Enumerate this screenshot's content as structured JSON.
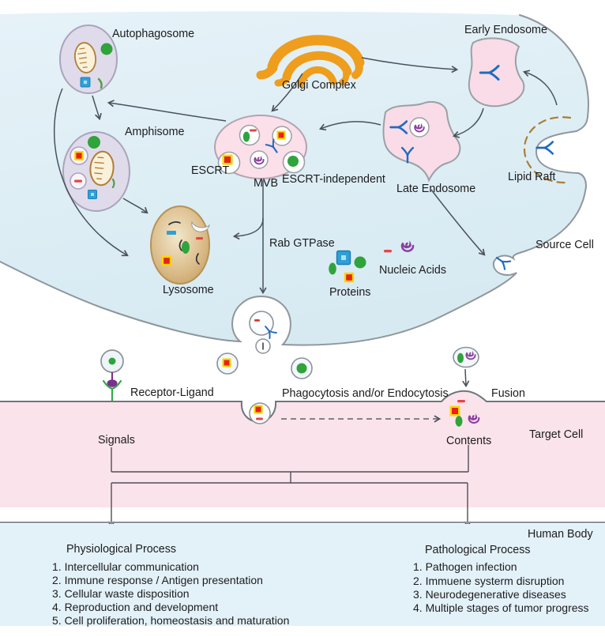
{
  "labels": {
    "autophagosome": "Autophagosome",
    "golgi": "Golgi Complex",
    "early_endosome": "Early Endosome",
    "amphisome": "Amphisome",
    "escrt": "ESCRT",
    "mvb": "MVB",
    "escrt_independent": "ESCRT-independent",
    "late_endosome": "Late Endosome",
    "lipid_raft": "Lipid Raft",
    "source_cell": "Source Cell",
    "lysosome": "Lysosome",
    "rab_gtpase": "Rab GTPase",
    "nucleic_acids": "Nucleic Acids",
    "proteins": "Proteins",
    "receptor_ligand": "Receptor-Ligand",
    "phagocytosis": "Phagocytosis and/or Endocytosis",
    "fusion": "Fusion",
    "signals": "Signals",
    "contents": "Contents",
    "target_cell": "Target Cell",
    "human_body": "Human Body"
  },
  "processes": {
    "physiological": {
      "title": "Physiological Process",
      "items": [
        "1. Intercellular communication",
        "2. Immune response / Antigen presentation",
        "3. Cellular waste disposition",
        "4. Reproduction and development",
        "5. Cell proliferation, homeostasis and maturation"
      ]
    },
    "pathological": {
      "title": "Pathological Process",
      "items": [
        "1. Pathogen infection",
        "2. Immuene systerm disruption",
        "3. Neurodegenerative diseases",
        "4. Multiple stages of tumor progress"
      ]
    }
  },
  "colors": {
    "cytoplasm_blue": "#ddedf4",
    "human_body_blue": "#e3f1f8",
    "target_cell_pink": "#fbe3eb",
    "membrane_gray": "#8f969c",
    "mvb_pink": "#fbdfe9",
    "endosome_pink": "#f9dce7",
    "autophagosome_lavender": "#dfdbeb",
    "lysosome_tan": "#c89f61",
    "golgi_orange": "#ef9d1c",
    "protein_green": "#2fa33c",
    "protein_blue": "#2f9fd8",
    "protein_red": "#e6221a",
    "protein_yellow": "#ffd400",
    "nucleic_red": "#e64545",
    "nucleic_purple": "#8b3fa0",
    "receptor_blue": "#1f6cc0",
    "receptor_green": "#3aa54e",
    "ligand_purple": "#7b2f8e",
    "lipid_raft_brown": "#a97f35"
  }
}
